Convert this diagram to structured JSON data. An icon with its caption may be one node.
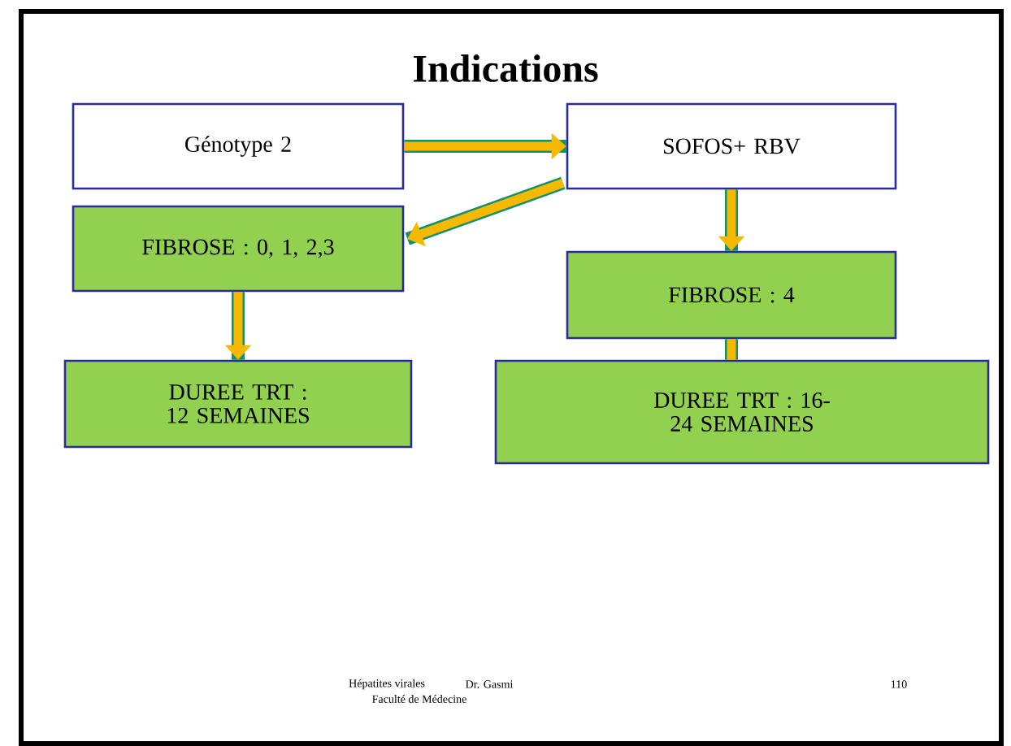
{
  "diagram": {
    "title": "Indications",
    "nodes": [
      {
        "text": [
          "Génotype 2"
        ]
      },
      {
        "text": [
          "SOFOS+ RBV"
        ]
      },
      {
        "text": [
          "FIBROSE : 0, 1, 2,3"
        ]
      },
      {
        "text": [
          "DUREE TRT : 12 SEMAINES"
        ]
      },
      {
        "text": [
          "FIBROSE : 4"
        ]
      },
      {
        "text": [
          "DUREE TRT : 16-24 SEMAINES"
        ]
      }
    ],
    "edges": [
      {
        "from": 0,
        "to": 1,
        "arrow": "to"
      },
      {
        "from": 1,
        "to": 2,
        "arrow": "to"
      },
      {
        "from": 2,
        "to": 3,
        "arrow": "to"
      },
      {
        "from": 1,
        "to": 4,
        "arrow": "to"
      },
      {
        "from": 4,
        "to": 5,
        "arrow": "none"
      }
    ],
    "labels": [
      "Hépatites virales",
      "Dr. Gasmi",
      "110",
      "Faculté de Médecine"
    ]
  }
}
